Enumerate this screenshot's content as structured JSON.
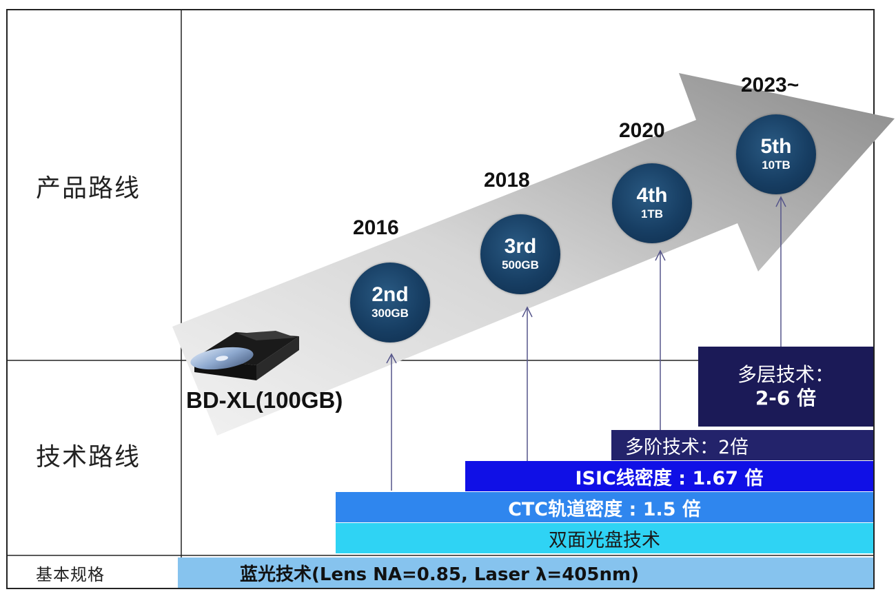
{
  "rows": {
    "product": "产品路线",
    "tech": "技术路线",
    "basic": "基本规格"
  },
  "base_product": "BD-XL(100GB)",
  "milestones": [
    {
      "year": "2016",
      "gen": "2nd",
      "capacity": "300GB"
    },
    {
      "year": "2018",
      "gen": "3rd",
      "capacity": "500GB"
    },
    {
      "year": "2020",
      "gen": "4th",
      "capacity": "1TB"
    },
    {
      "year": "2023~",
      "gen": "5th",
      "capacity": "10TB"
    }
  ],
  "tech_bars": {
    "multilayer_l1": "多层技术：",
    "multilayer_l2": "2-6 倍",
    "multilevel": "多阶技术：2倍",
    "isic": "ISIC线密度 : 1.67 倍",
    "ctc": "CTC轨道密度 : 1.5 倍",
    "double_side": "双面光盘技术",
    "bluray": "蓝光技术(Lens NA=0.85, Laser λ=405nm)"
  },
  "colors": {
    "multilayer": "#1b1a57",
    "multilevel": "#23236b",
    "isic": "#1010e6",
    "ctc": "#2f86ee",
    "double_side": "#2fd3f4",
    "bluray": "#86c3ee",
    "circle": "#173e63"
  },
  "icons": [
    "disc-drive-icon",
    "arrow-up-icon"
  ]
}
